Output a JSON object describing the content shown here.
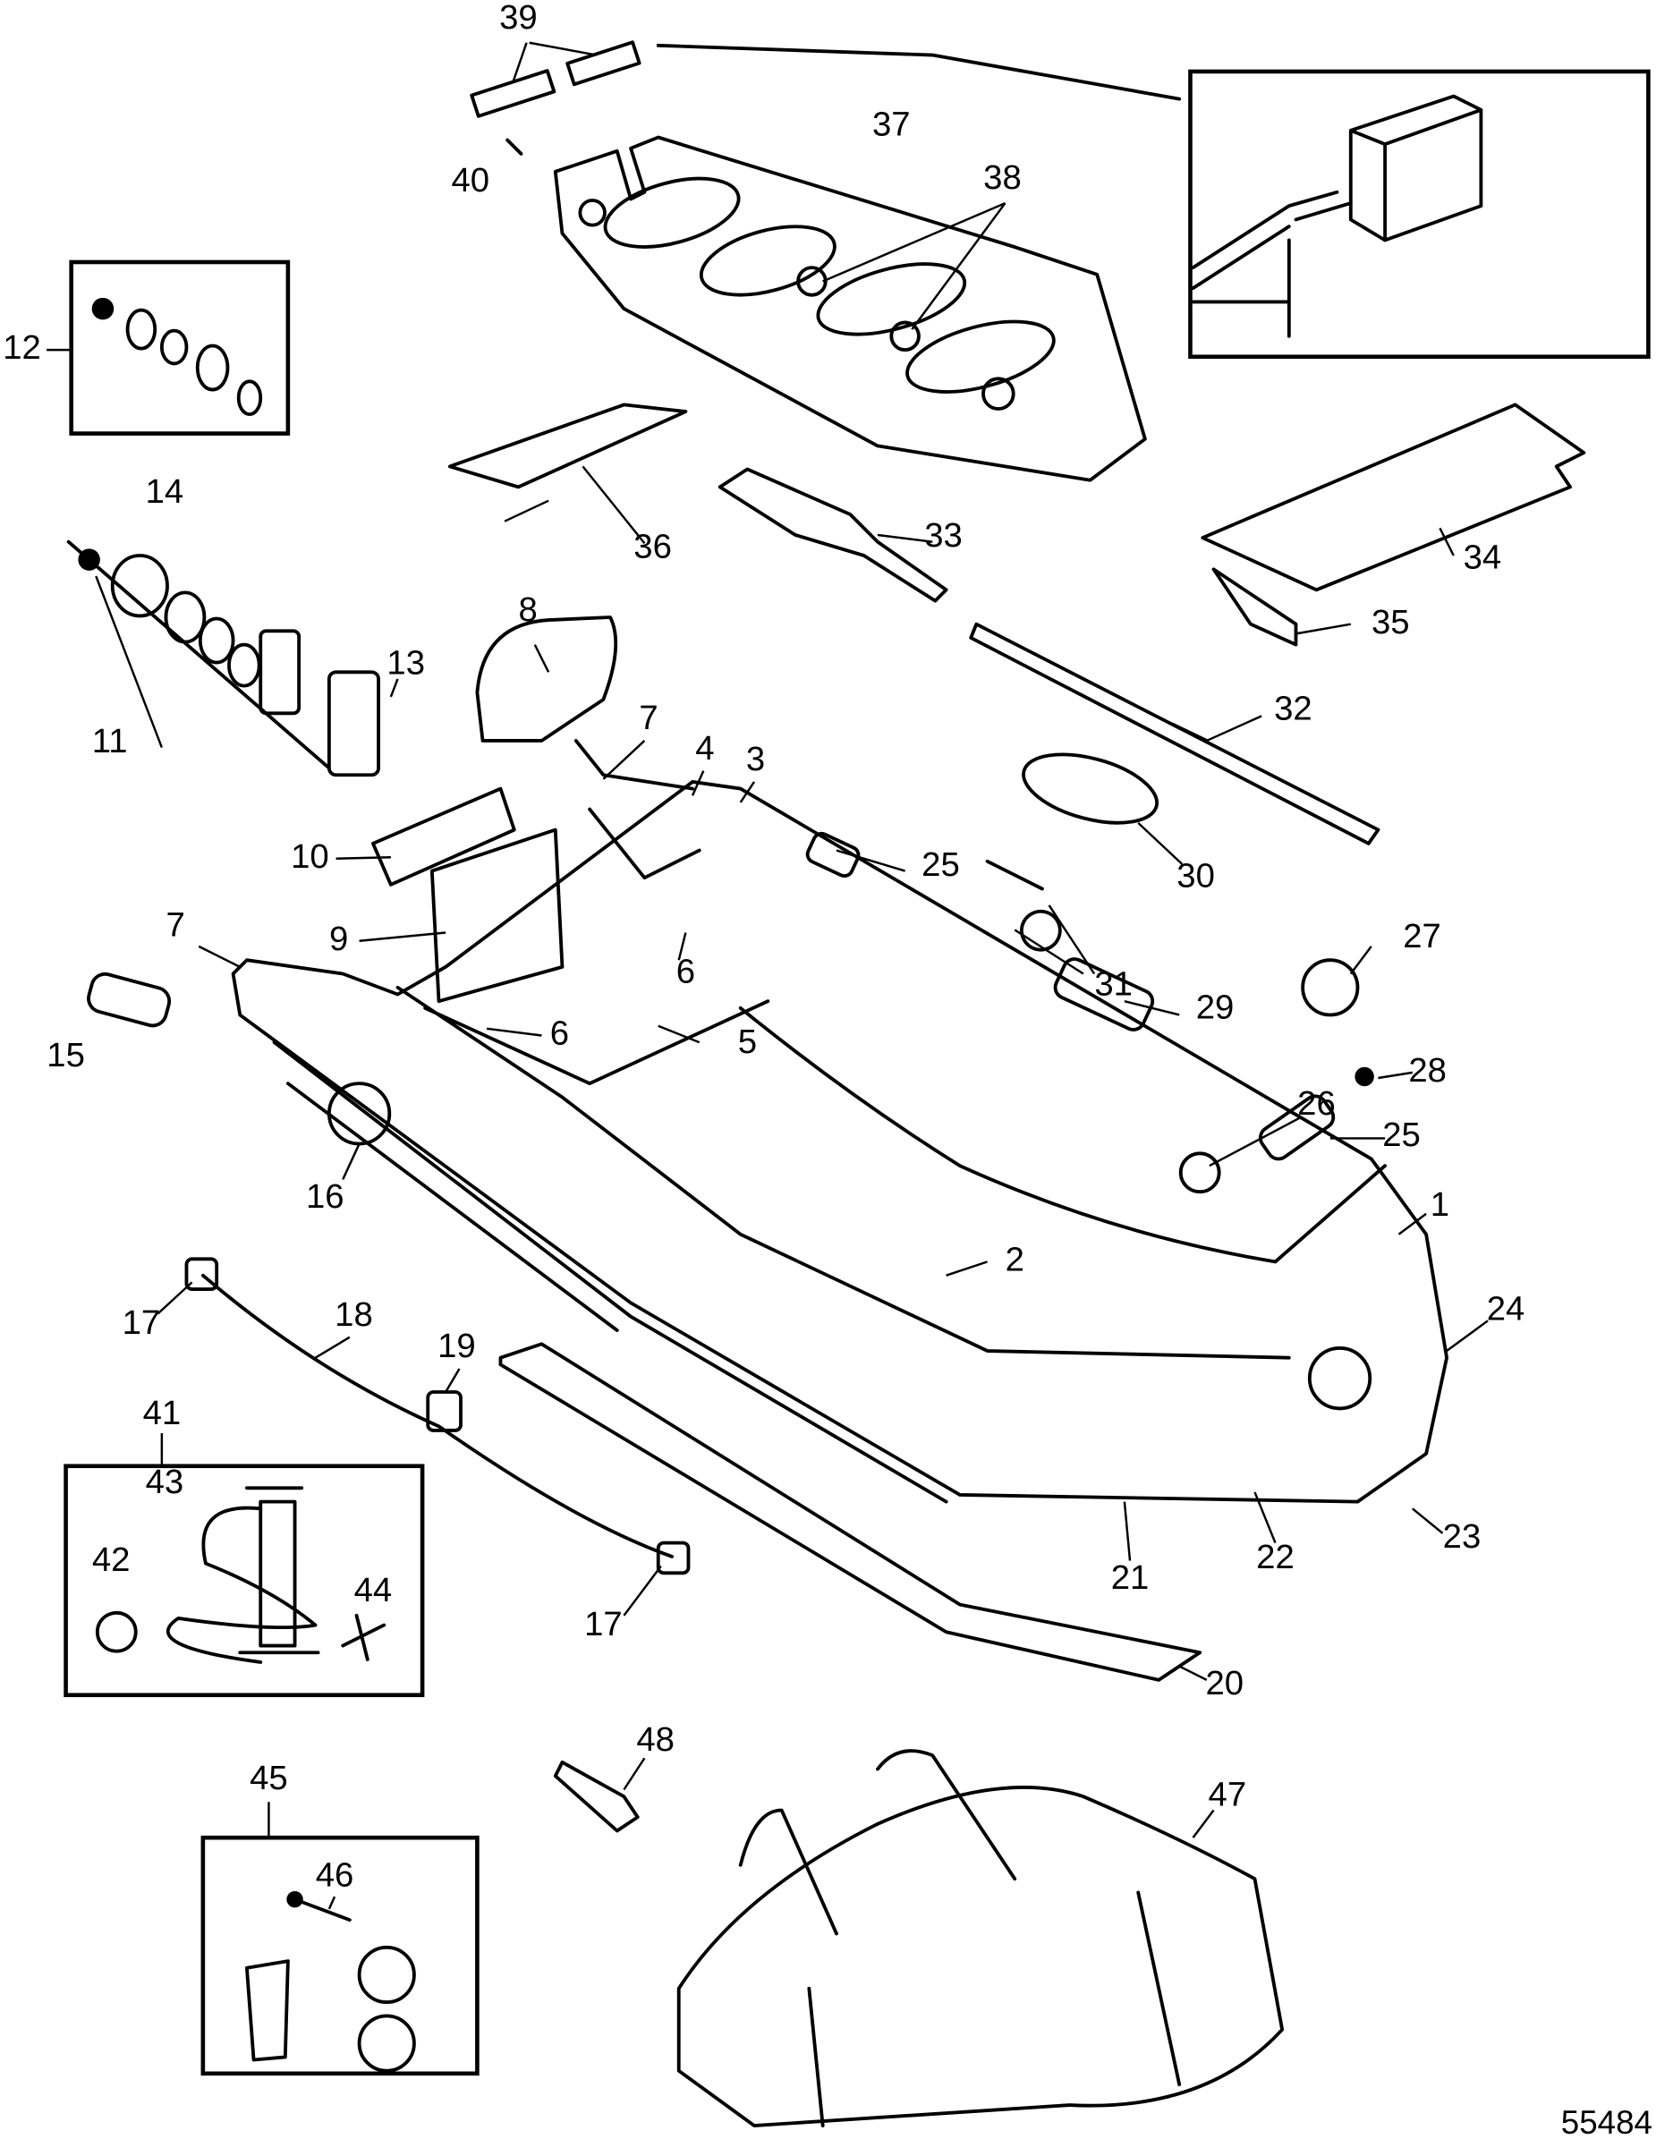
{
  "diagram": {
    "type": "exploded parts diagram",
    "figure_number": "55484",
    "labels": [
      "39",
      "40",
      "37",
      "38",
      "12",
      "14",
      "36",
      "33",
      "34",
      "35",
      "13",
      "8",
      "11",
      "32",
      "7",
      "4",
      "3",
      "10",
      "25",
      "30",
      "9",
      "27",
      "7",
      "6",
      "31",
      "29",
      "6",
      "15",
      "5",
      "28",
      "26",
      "25",
      "16",
      "1",
      "2",
      "17",
      "18",
      "19",
      "24",
      "41",
      "43",
      "42",
      "44",
      "23",
      "21",
      "22",
      "17",
      "20",
      "48",
      "45",
      "47",
      "46"
    ]
  }
}
